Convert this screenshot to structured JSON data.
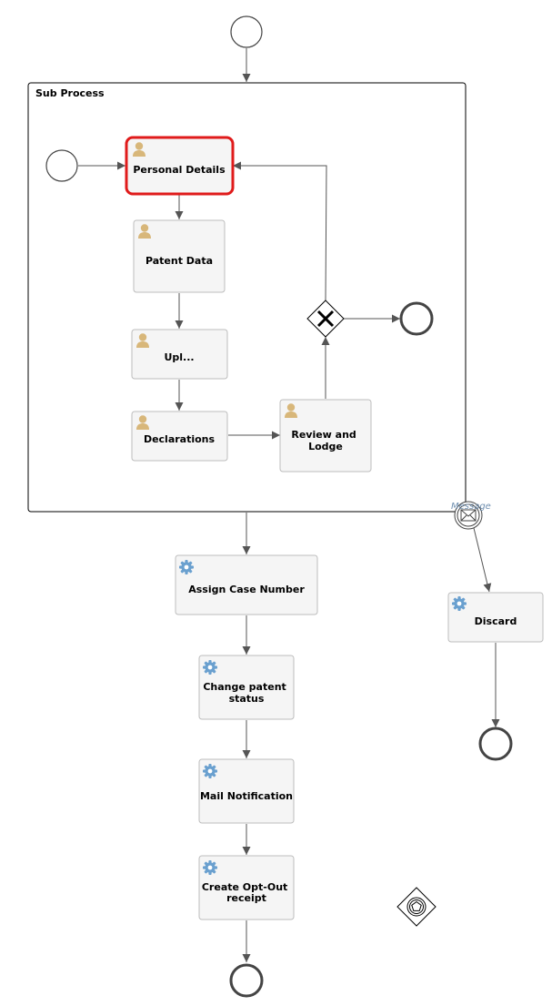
{
  "subprocess": {
    "label": "Sub Process"
  },
  "boundary_event": {
    "label": "Message"
  },
  "tasks": {
    "personal_details": {
      "lines": [
        "Personal Details"
      ],
      "kind": "user",
      "active": true
    },
    "patent_data": {
      "lines": [
        "Patent Data"
      ],
      "kind": "user"
    },
    "upload": {
      "lines": [
        "Upl..."
      ],
      "kind": "user"
    },
    "declarations": {
      "lines": [
        "Declarations"
      ],
      "kind": "user"
    },
    "review_lodge": {
      "lines": [
        "Review and",
        "Lodge"
      ],
      "kind": "user"
    },
    "assign_case": {
      "lines": [
        "Assign Case Number"
      ],
      "kind": "service"
    },
    "change_status": {
      "lines": [
        "Change patent",
        "status"
      ],
      "kind": "service"
    },
    "mail_notification": {
      "lines": [
        "Mail Notification"
      ],
      "kind": "service"
    },
    "opt_out": {
      "lines": [
        "Create Opt-Out",
        "receipt"
      ],
      "kind": "service"
    },
    "discard": {
      "lines": [
        "Discard"
      ],
      "kind": "service"
    }
  },
  "colors": {
    "active_border": "#e01b1b",
    "task_fill": "#f5f5f5",
    "user_icon": "#d8b77a",
    "service_icon": "#6aa0cf"
  }
}
